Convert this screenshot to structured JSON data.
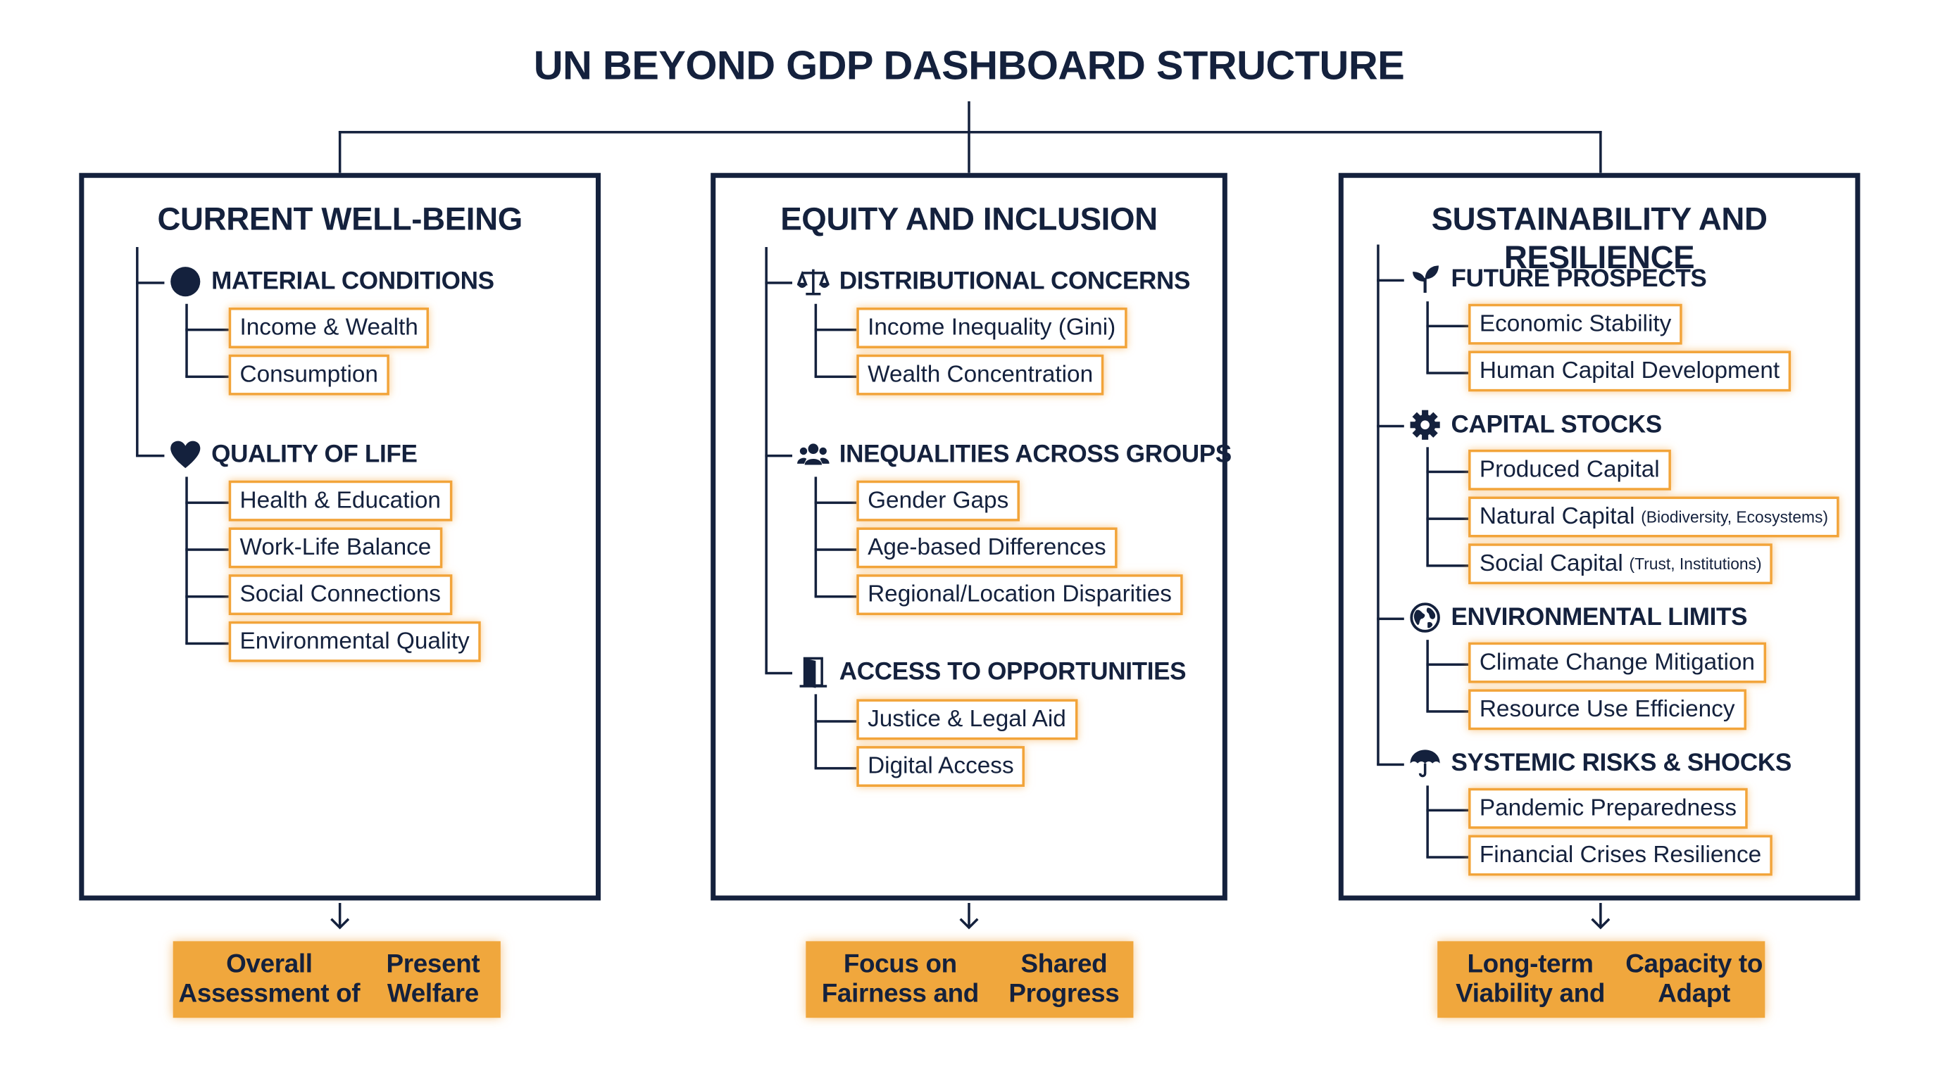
{
  "title": "UN BEYOND GDP DASHBOARD STRUCTURE",
  "colors": {
    "navy": "#14213d",
    "orange": "#f0a73d",
    "item_border": "#f2a43a"
  },
  "panels": [
    {
      "title": "CURRENT WELL-BEING",
      "summary": "Overall Assessment of\nPresent Welfare",
      "categories": [
        {
          "label": "MATERIAL CONDITIONS",
          "icon": "circle-icon",
          "items": [
            {
              "text": "Income & Wealth"
            },
            {
              "text": "Consumption"
            }
          ]
        },
        {
          "label": "QUALITY OF LIFE",
          "icon": "heart-icon",
          "items": [
            {
              "text": "Health & Education"
            },
            {
              "text": "Work-Life Balance"
            },
            {
              "text": "Social Connections"
            },
            {
              "text": "Environmental Quality"
            }
          ]
        }
      ]
    },
    {
      "title": "EQUITY AND INCLUSION",
      "summary": "Focus on Fairness and\nShared Progress",
      "categories": [
        {
          "label": "DISTRIBUTIONAL CONCERNS",
          "icon": "scales-icon",
          "items": [
            {
              "text": "Income Inequality (Gini)"
            },
            {
              "text": "Wealth Concentration"
            }
          ]
        },
        {
          "label": "INEQUALITIES ACROSS GROUPS",
          "icon": "people-icon",
          "items": [
            {
              "text": "Gender Gaps"
            },
            {
              "text": "Age-based Differences"
            },
            {
              "text": "Regional/Location Disparities"
            }
          ]
        },
        {
          "label": "ACCESS TO OPPORTUNITIES",
          "icon": "door-icon",
          "items": [
            {
              "text": "Justice & Legal Aid"
            },
            {
              "text": "Digital Access"
            }
          ]
        }
      ]
    },
    {
      "title": "SUSTAINABILITY AND RESILIENCE",
      "summary": "Long-term Viability and\nCapacity to Adapt",
      "categories": [
        {
          "label": "FUTURE PROSPECTS",
          "icon": "sprout-icon",
          "items": [
            {
              "text": "Economic Stability"
            },
            {
              "text": "Human Capital Development"
            }
          ]
        },
        {
          "label": "CAPITAL STOCKS",
          "icon": "gear-icon",
          "items": [
            {
              "text": "Produced Capital"
            },
            {
              "text": "Natural Capital",
              "note": "(Biodiversity, Ecosystems)"
            },
            {
              "text": "Social Capital",
              "note": "(Trust, Institutions)"
            }
          ]
        },
        {
          "label": "ENVIRONMENTAL LIMITS",
          "icon": "globe-icon",
          "items": [
            {
              "text": "Climate Change Mitigation"
            },
            {
              "text": "Resource Use Efficiency"
            }
          ]
        },
        {
          "label": "SYSTEMIC RISKS & SHOCKS",
          "icon": "umbrella-icon",
          "items": [
            {
              "text": "Pandemic Preparedness"
            },
            {
              "text": "Financial Crises Resilience"
            }
          ]
        }
      ]
    }
  ]
}
